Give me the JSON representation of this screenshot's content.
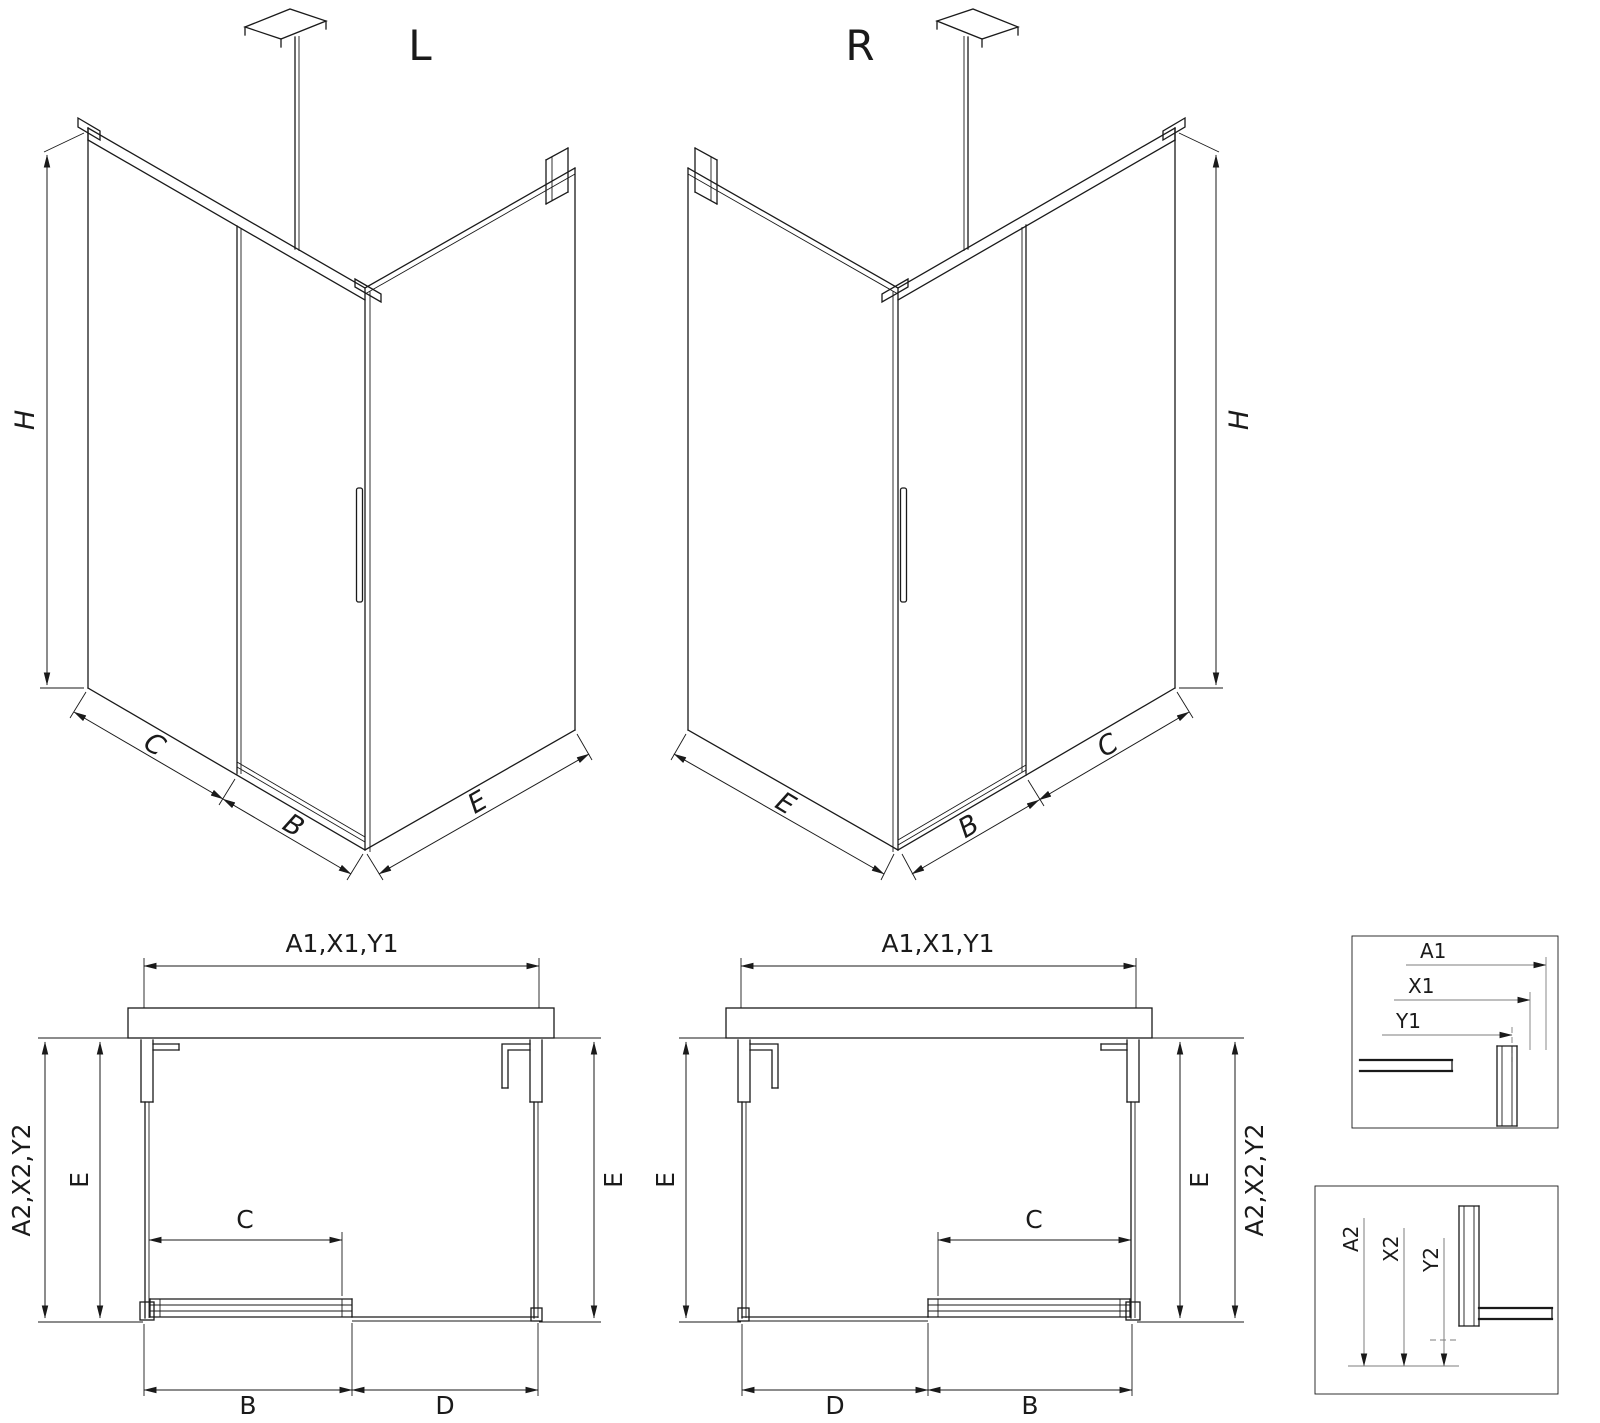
{
  "titles": {
    "left": "L",
    "right": "R"
  },
  "iso_left": {
    "h": "H",
    "c": "C",
    "b": "B",
    "e": "E"
  },
  "iso_right": {
    "h": "H",
    "e": "E",
    "b": "B",
    "c": "C"
  },
  "plan_left": {
    "width_top": "A1,X1,Y1",
    "side_outer": "A2,X2,Y2",
    "depth_left": "E",
    "depth_right": "E",
    "opening": "C",
    "door": "B",
    "fixed": "D"
  },
  "plan_right": {
    "width_top": "A1,X1,Y1",
    "side_outer": "A2,X2,Y2",
    "depth_left": "E",
    "depth_right": "E",
    "opening": "C",
    "door": "B",
    "fixed": "D"
  },
  "detail_top": {
    "a1": "A1",
    "x1": "X1",
    "y1": "Y1"
  },
  "detail_bottom": {
    "a2": "A2",
    "x2": "X2",
    "y2": "Y2"
  },
  "colors": {
    "line": "#1a1a1a",
    "muted_label": "#7d7d7d",
    "background": "#ffffff"
  }
}
